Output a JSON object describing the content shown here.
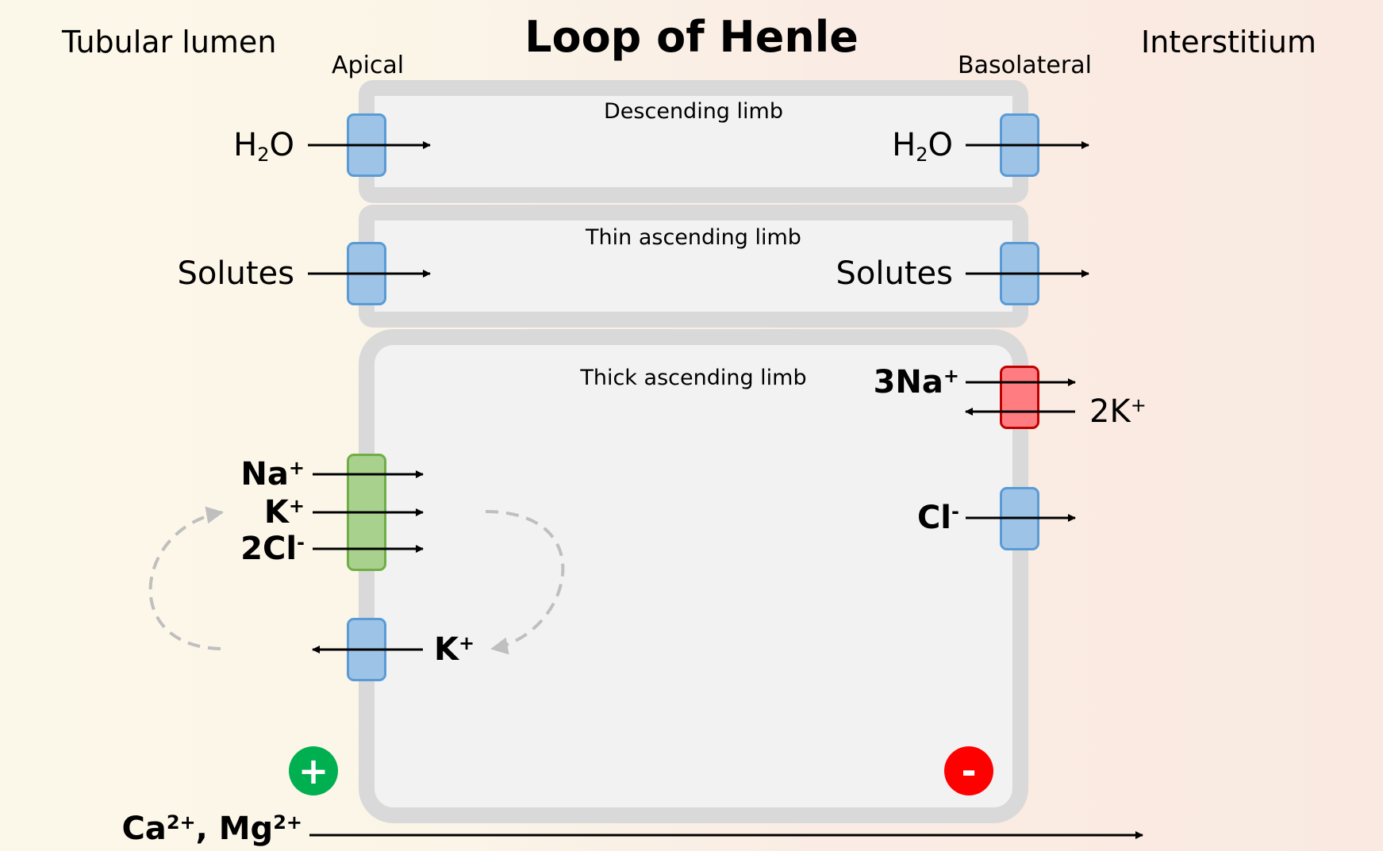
{
  "title": "Loop of Henle",
  "regions": {
    "left": "Tubular lumen",
    "right": "Interstitium",
    "apical": "Apical",
    "basolateral": "Basolateral"
  },
  "segments": [
    {
      "name": "Descending limb",
      "apical_transport": {
        "substance": "H",
        "subscript": "2",
        "suffix": "O",
        "direction": "into-cell",
        "channel": "blue"
      },
      "basolateral_transport": {
        "substance": "H",
        "subscript": "2",
        "suffix": "O",
        "direction": "out-of-cell",
        "channel": "blue"
      }
    },
    {
      "name": "Thin ascending limb",
      "apical_transport": {
        "substance": "Solutes",
        "direction": "into-cell",
        "channel": "blue"
      },
      "basolateral_transport": {
        "substance": "Solutes",
        "direction": "out-of-cell",
        "channel": "blue"
      }
    },
    {
      "name": "Thick ascending limb",
      "nkcc2": {
        "ions": [
          {
            "base": "Na",
            "charge": "+"
          },
          {
            "base": "K",
            "charge": "+"
          },
          {
            "base": "2Cl",
            "charge": "-"
          }
        ],
        "channel": "green",
        "direction": "into-cell"
      },
      "romk": {
        "base": "K",
        "charge": "+",
        "direction": "to-lumen",
        "channel": "blue"
      },
      "na_k_pump": {
        "out": {
          "base": "3Na",
          "charge": "+"
        },
        "in": {
          "base": "2K",
          "charge": "+"
        },
        "channel": "red"
      },
      "cl_channel": {
        "base": "Cl",
        "charge": "-",
        "direction": "to-interstitium",
        "channel": "blue"
      },
      "lumen_charge": "+",
      "interstitium_charge": "-"
    }
  ],
  "paracellular": {
    "ions": [
      {
        "base": "Ca",
        "charge": "2+"
      },
      {
        "base": "Mg",
        "charge": "2+"
      }
    ],
    "separator": ", ",
    "direction": "to-interstitium"
  },
  "colors": {
    "channel_blue": "#9dc3e6",
    "pump_red": "#ff7c80",
    "cotransporter_green": "#a9d18e",
    "positive_charge": "#00b050",
    "negative_charge": "#ff0000",
    "membrane_gray": "#d9d9d9",
    "recycle_arrow": "#bfbfbf"
  }
}
